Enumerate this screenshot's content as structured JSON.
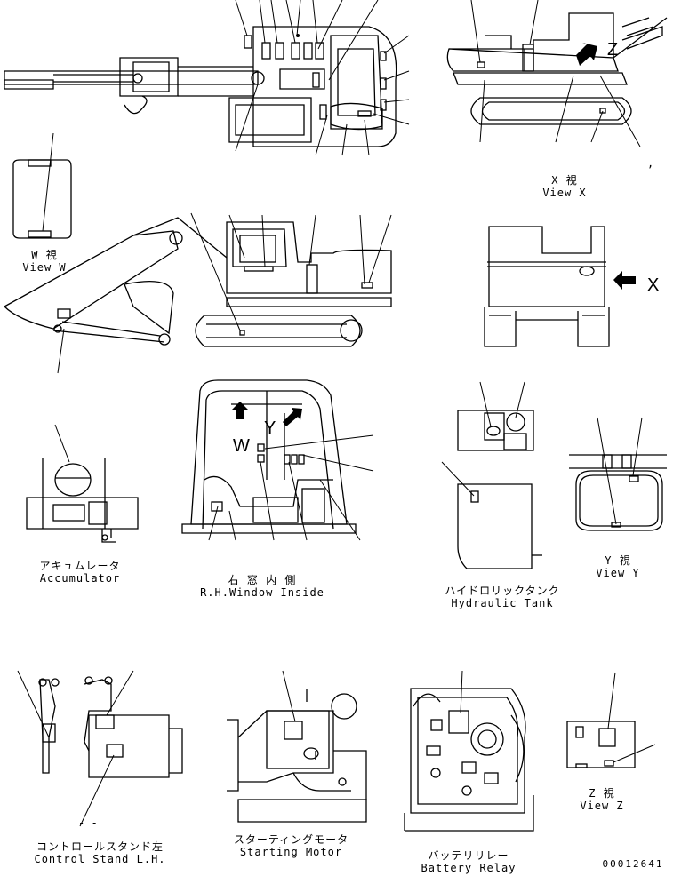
{
  "views": {
    "w": {
      "jp": "W 視",
      "en": "View W"
    },
    "x": {
      "jp": "X 視",
      "en": "View X"
    },
    "y": {
      "jp": "Y 視",
      "en": "View Y"
    },
    "z": {
      "jp": "Z 視",
      "en": "View Z"
    }
  },
  "markers": {
    "x": "X",
    "y": "Y",
    "z": "Z",
    "w": "W",
    "comma": ",",
    "dashes": "- -"
  },
  "parts": {
    "accumulator": {
      "jp": "アキュムレータ",
      "en": "Accumulator"
    },
    "window_inside": {
      "jp": "右 窓 内 側",
      "en": "R.H.Window Inside"
    },
    "hydraulic_tank": {
      "jp": "ハイドロリックタンク",
      "en": "Hydraulic Tank"
    },
    "control_stand": {
      "jp": "コントロールスタンド左",
      "en": "Control Stand L.H."
    },
    "starting_motor": {
      "jp": "スターティングモータ",
      "en": "Starting Motor"
    },
    "battery_relay": {
      "jp": "バッテリリレー",
      "en": "Battery Relay"
    }
  },
  "figure_number": "00012641"
}
